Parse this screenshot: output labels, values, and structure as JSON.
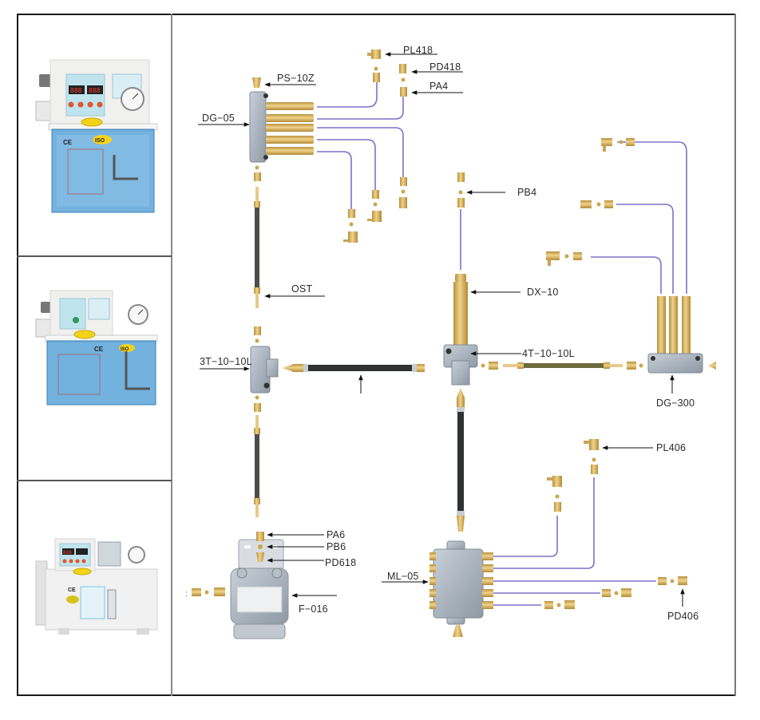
{
  "colors": {
    "frame": "#1a1a1a",
    "divider": "#8a8a8a",
    "pipe": "#7b72c9",
    "brass": "#d8b35d",
    "brass_dark": "#b08a35",
    "steel": "#a9b3bf",
    "hose": "#2f3233",
    "label": "#2a2a2a",
    "tank_blue": "#5aa3d8",
    "panel_blue": "#bfe4ee",
    "housing": "#f0f0ef"
  },
  "pump_panels": [
    {
      "name": "electric-lubrication-pump-digital-timer",
      "display": "888",
      "badges": [
        "CE",
        "ISO"
      ]
    },
    {
      "name": "electric-lubrication-pump-basic",
      "badges": [
        "CE",
        "ISO"
      ]
    },
    {
      "name": "electric-lubrication-pump-metal-tank",
      "display": "888",
      "badges": [
        "CE"
      ]
    }
  ],
  "labels": {
    "pl418": "PL418",
    "pd418": "PD418",
    "pa4": "PA4",
    "ps10z": "PS−10Z",
    "dg05": "DG−05",
    "pb4": "PB4",
    "ost": "OST",
    "dx10": "DX−10",
    "t3": "3T−10−10L",
    "t4": "4T−10−10L",
    "dg300": "DG−300",
    "pl406": "PL406",
    "pa6": "PA6",
    "pb6": "PB6",
    "pd618": "PD618",
    "ml05": "ML−05",
    "f016": "F−016",
    "pd406": "PD406"
  }
}
